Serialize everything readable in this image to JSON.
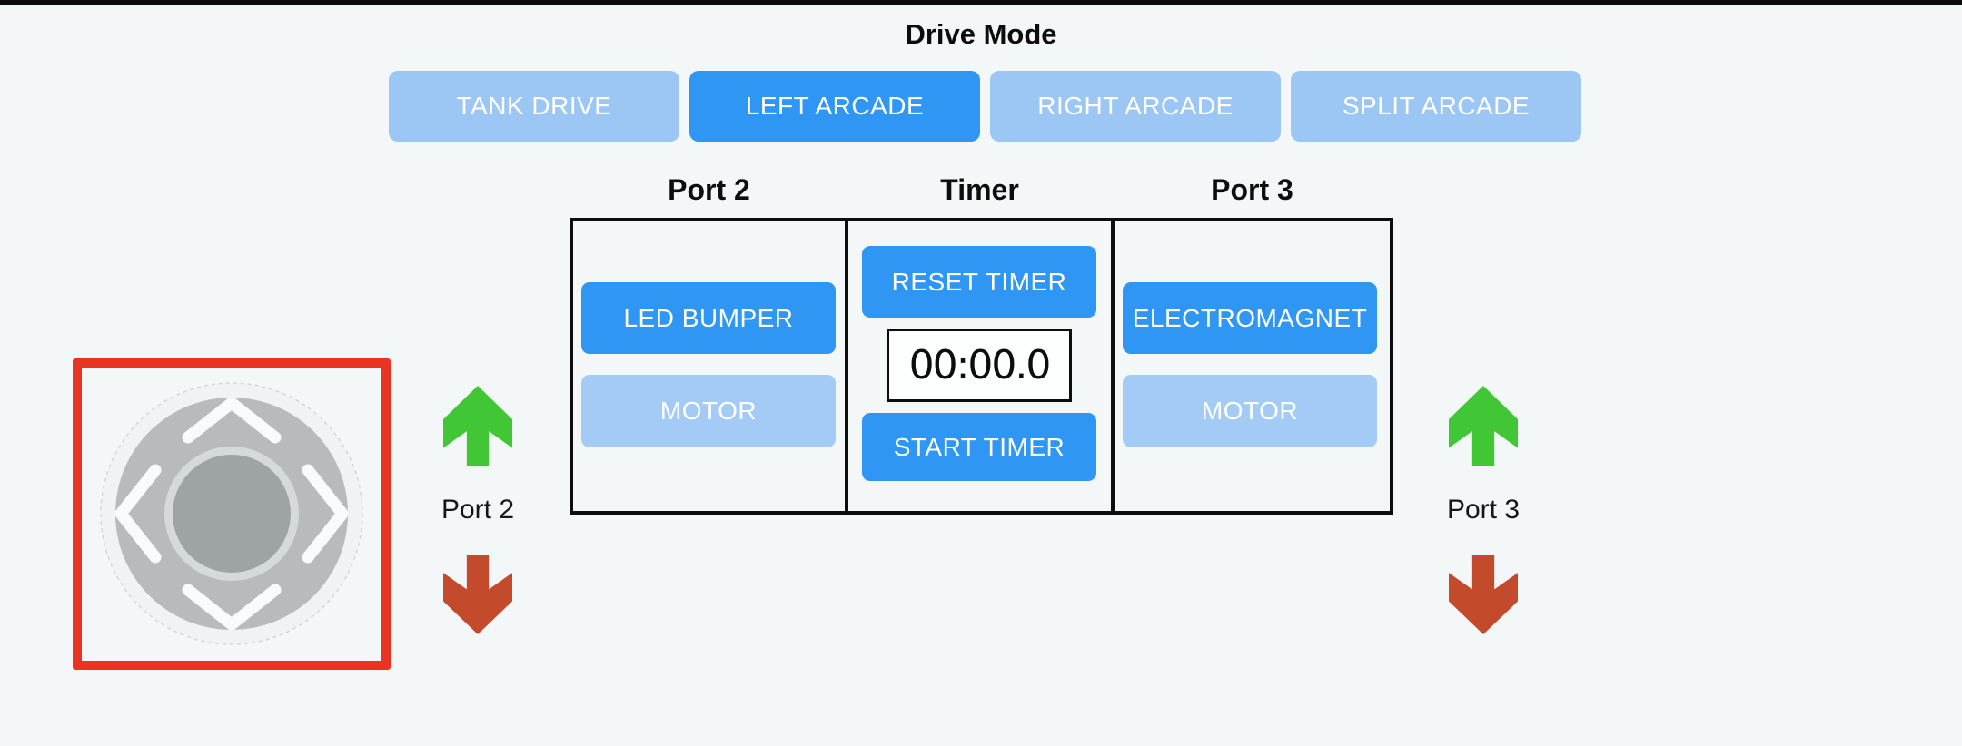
{
  "drive_mode": {
    "title": "Drive Mode",
    "modes": [
      {
        "label": "TANK DRIVE",
        "active": false
      },
      {
        "label": "LEFT ARCADE",
        "active": true
      },
      {
        "label": "RIGHT ARCADE",
        "active": false
      },
      {
        "label": "SPLIT ARCADE",
        "active": false
      }
    ]
  },
  "control_board": {
    "port2": {
      "header": "Port 2",
      "buttons": [
        {
          "label": "LED BUMPER",
          "active": true
        },
        {
          "label": "MOTOR",
          "active": false
        }
      ]
    },
    "timer": {
      "header": "Timer",
      "reset_button": "RESET TIMER",
      "display_value": "00:00.0",
      "start_button": "START TIMER"
    },
    "port3": {
      "header": "Port 3",
      "buttons": [
        {
          "label": "ELECTROMAGNET",
          "active": true
        },
        {
          "label": "MOTOR",
          "active": false
        }
      ]
    }
  },
  "left_control": {
    "port_label": "Port 2"
  },
  "right_control": {
    "port_label": "Port 3"
  },
  "colors": {
    "background": "#f4f7f8",
    "active_blue": "#3096f3",
    "inactive_blue": "#9cc7f4",
    "up_arrow_green": "#41c735",
    "down_arrow_red": "#c44a2c",
    "joystick_selection_red": "#ea3423",
    "joystick_pad_gray": "#b7bbbd",
    "joystick_knob_gray": "#9ea3a5"
  }
}
